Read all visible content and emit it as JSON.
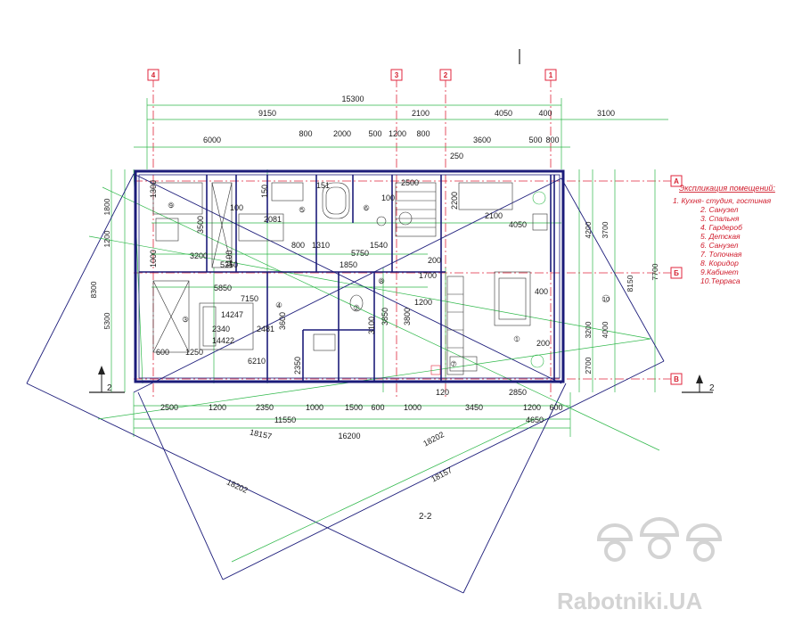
{
  "axes_top": [
    "4",
    "3",
    "2",
    "1"
  ],
  "axes_right": [
    "A",
    "Б",
    "В"
  ],
  "section_marks": [
    "2",
    "2"
  ],
  "section_title": "2-2",
  "dims_top_row1": [
    "15300"
  ],
  "dims_top_row2": [
    "9150",
    "2100",
    "4050",
    "400",
    "3100"
  ],
  "dims_top_row3": [
    "6000",
    "800",
    "2000",
    "500",
    "1200",
    "800",
    "3600",
    "500",
    "800"
  ],
  "dims_bottom_row1": [
    "2500",
    "1200",
    "2350",
    "1000",
    "1500",
    "600",
    "1000",
    "3450",
    "1200",
    "600"
  ],
  "dims_bottom_row2": [
    "11550",
    "4650"
  ],
  "dims_bottom_row3": [
    "16200"
  ],
  "dims_left": [
    "1800",
    "1200",
    "8300",
    "5300"
  ],
  "dims_right": [
    "4200",
    "3700",
    "7700",
    "8150",
    "4000",
    "3200",
    "2700"
  ],
  "diagonals": [
    "18157",
    "18202",
    "18157",
    "18202"
  ],
  "inner_dims": [
    "1300",
    "3500",
    "1000",
    "3200",
    "5350",
    "1100",
    "5850",
    "7150",
    "2340",
    "2481",
    "1250",
    "600",
    "6210",
    "14422",
    "14247",
    "3600",
    "3100",
    "1700",
    "1200",
    "3800",
    "2350",
    "1310",
    "800",
    "5750",
    "1850",
    "1540",
    "2081",
    "4050",
    "2200",
    "2100",
    "2500",
    "3850",
    "100",
    "400",
    "200",
    "150",
    "2850",
    "120",
    "100",
    "151",
    "250",
    "200"
  ],
  "legend": {
    "title": "Экспликация помещений:",
    "items": [
      "1.   Кухня- студия, гостиная",
      "2.   Санузел",
      "3.   Спальня",
      "4.   Гардероб",
      "5.   Детская",
      "6.   Санузел",
      "7.   Топочная",
      "8.   Коридор",
      "9.Кабинет",
      "10.Терраса"
    ]
  },
  "room_numbers": [
    "1",
    "2",
    "3",
    "4",
    "5",
    "6",
    "7",
    "8",
    "9",
    "10"
  ],
  "watermark": "Rabotniki.UA",
  "colors": {
    "walls": "#1c1c7a",
    "dimensions": "#2fb84a",
    "axes": "#e0263c",
    "legend": "#d01c2c",
    "watermark": "#d3d3d3"
  }
}
